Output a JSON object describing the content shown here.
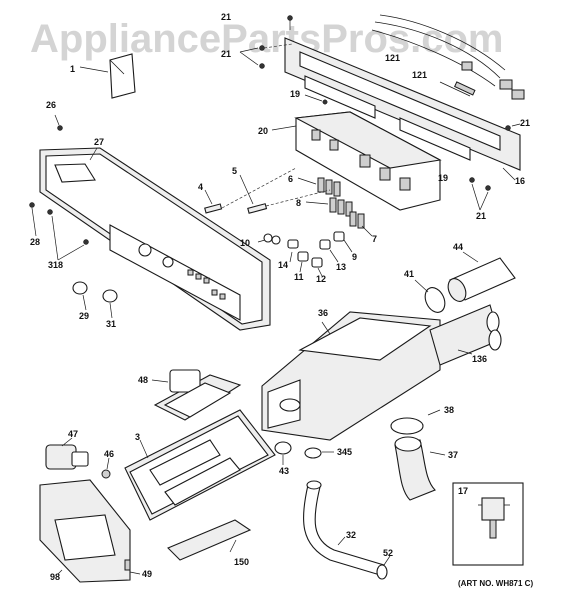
{
  "watermark": "AppliancePartsPros.com",
  "art_number": "(ART NO. WH871 C)",
  "callouts": {
    "c1": "1",
    "c3": "3",
    "c4": "4",
    "c5": "5",
    "c6": "6",
    "c7": "7",
    "c8": "8",
    "c9": "9",
    "c10": "10",
    "c11": "11",
    "c12": "12",
    "c13": "13",
    "c14": "14",
    "c16": "16",
    "c17": "17",
    "c19a": "19",
    "c19b": "19",
    "c20": "20",
    "c21a": "21",
    "c21b": "21",
    "c21c": "21",
    "c21d": "21",
    "c26": "26",
    "c27": "27",
    "c28": "28",
    "c29": "29",
    "c31": "31",
    "c32": "32",
    "c36": "36",
    "c37": "37",
    "c38": "38",
    "c41": "41",
    "c43": "43",
    "c44": "44",
    "c46": "46",
    "c47": "47",
    "c48": "48",
    "c49": "49",
    "c52": "52",
    "c98": "98",
    "c121a": "121",
    "c121b": "121",
    "c136": "136",
    "c150": "150",
    "c318": "318",
    "c345": "345"
  }
}
